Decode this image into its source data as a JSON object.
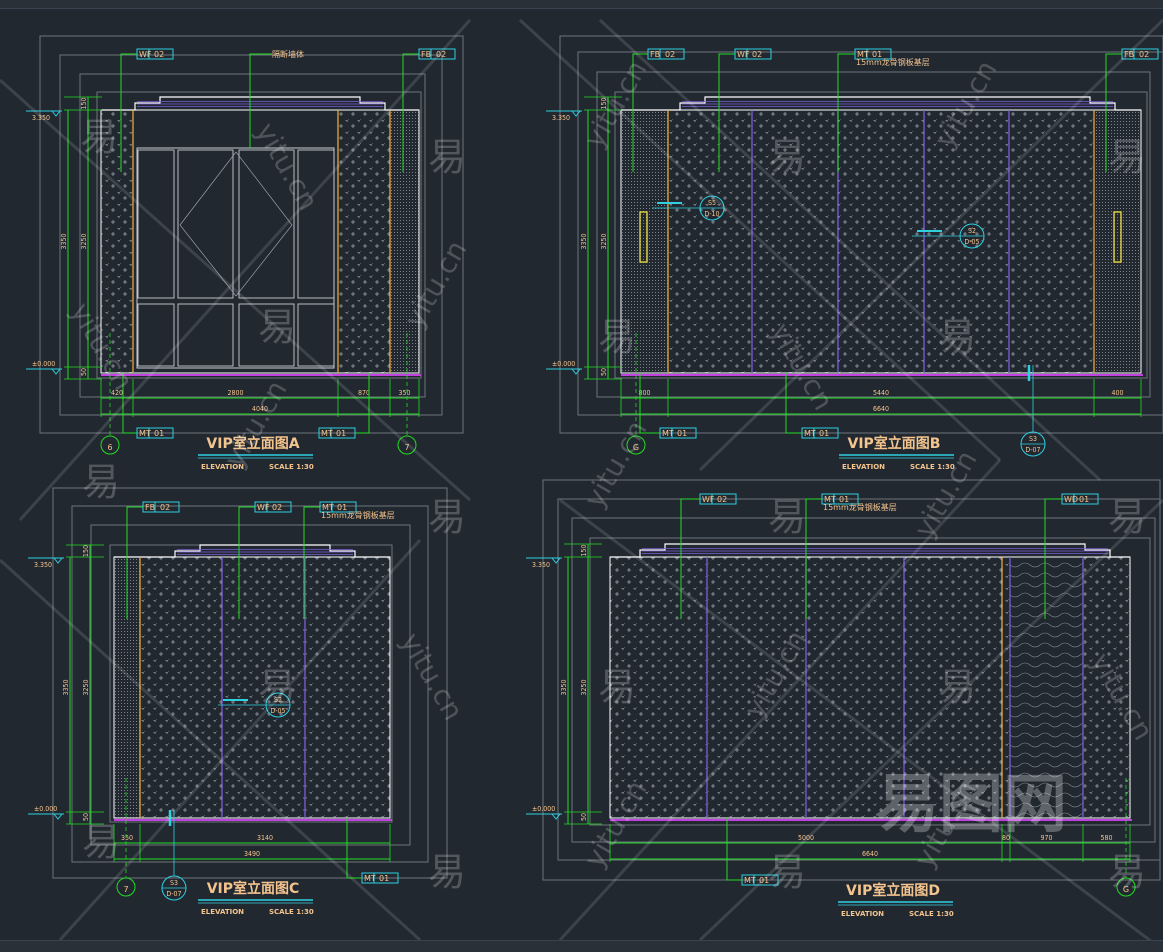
{
  "colors": {
    "background": "#212830",
    "dimension": "#22dd22",
    "tag": "#2fd0e0",
    "text": "#f4c48e",
    "divider_purple": "#7b5cd6",
    "divider_orange": "#e8a53a",
    "floor": "#c040e0",
    "wall": "#ffffff",
    "lamp": "#f0e040"
  },
  "elevations": [
    {
      "title": "VIP室立面图A",
      "subtitle": "ELEVATION",
      "scale": "SCALE 1:30",
      "level_top": "3.350",
      "level_floor": "±0.000",
      "dims_vertical": [
        "3350",
        "3250",
        "150",
        "50"
      ],
      "dims_horizontal": [
        "420",
        "2800",
        "870",
        "350"
      ],
      "dims_total": "4040",
      "tags_top": [
        {
          "code": "WF",
          "num": "02"
        },
        {
          "code": "FB",
          "num": "02"
        }
      ],
      "note": "隔断墙体",
      "tags_bottom": [
        {
          "code": "MT",
          "num": "01"
        },
        {
          "code": "MT",
          "num": "01"
        }
      ],
      "axes": [
        "6",
        "7"
      ],
      "callouts": []
    },
    {
      "title": "VIP室立面图B",
      "subtitle": "ELEVATION",
      "scale": "SCALE 1:30",
      "level_top": "3.350",
      "level_floor": "±0.000",
      "dims_vertical": [
        "3350",
        "3250",
        "150",
        "50"
      ],
      "dims_horizontal": [
        "800",
        "5440",
        "400"
      ],
      "dims_total": "6640",
      "tags_top": [
        {
          "code": "FB",
          "num": "02"
        },
        {
          "code": "WF",
          "num": "02"
        },
        {
          "code": "MT",
          "num": "01"
        },
        {
          "code": "FB",
          "num": "02"
        }
      ],
      "note": "15mm龙骨钢板基层",
      "tags_bottom": [
        {
          "code": "MT",
          "num": "01"
        },
        {
          "code": "MT",
          "num": "01"
        }
      ],
      "axes": [
        "G"
      ],
      "callouts": [
        {
          "top": "S5",
          "bottom": "D-10"
        },
        {
          "top": "S2",
          "bottom": "D-05"
        },
        {
          "top": "S3",
          "bottom": "D-07"
        }
      ]
    },
    {
      "title": "VIP室立面图C",
      "subtitle": "ELEVATION",
      "scale": "SCALE 1:30",
      "level_top": "3.350",
      "level_floor": "±0.000",
      "dims_vertical": [
        "3350",
        "3250",
        "150",
        "50"
      ],
      "dims_horizontal": [
        "350",
        "3140"
      ],
      "dims_total": "3490",
      "tags_top": [
        {
          "code": "FB",
          "num": "02"
        },
        {
          "code": "WF",
          "num": "02"
        },
        {
          "code": "MT",
          "num": "01"
        }
      ],
      "note": "15mm龙骨钢板基层",
      "tags_bottom": [
        {
          "code": "MT",
          "num": "01"
        }
      ],
      "axes": [
        "7"
      ],
      "callouts": [
        {
          "top": "S2",
          "bottom": "D-05"
        },
        {
          "top": "S3",
          "bottom": "D-07"
        }
      ]
    },
    {
      "title": "VIP室立面图D",
      "subtitle": "ELEVATION",
      "scale": "SCALE 1:30",
      "level_top": "3.350",
      "level_floor": "±0.000",
      "dims_vertical": [
        "3350",
        "3250",
        "150",
        "50"
      ],
      "dims_horizontal": [
        "5000",
        "80",
        "970",
        "580"
      ],
      "dims_total": "6640",
      "tags_top": [
        {
          "code": "WF",
          "num": "02"
        },
        {
          "code": "MT",
          "num": "01"
        },
        {
          "code": "WD",
          "num": "01"
        }
      ],
      "note": "15mm龙骨钢板基层",
      "tags_bottom": [
        {
          "code": "MT",
          "num": "01"
        }
      ],
      "axes": [
        "G"
      ],
      "callouts": []
    }
  ],
  "watermark": {
    "char": "易",
    "site": "yitu.cn",
    "logo": "易图网"
  }
}
